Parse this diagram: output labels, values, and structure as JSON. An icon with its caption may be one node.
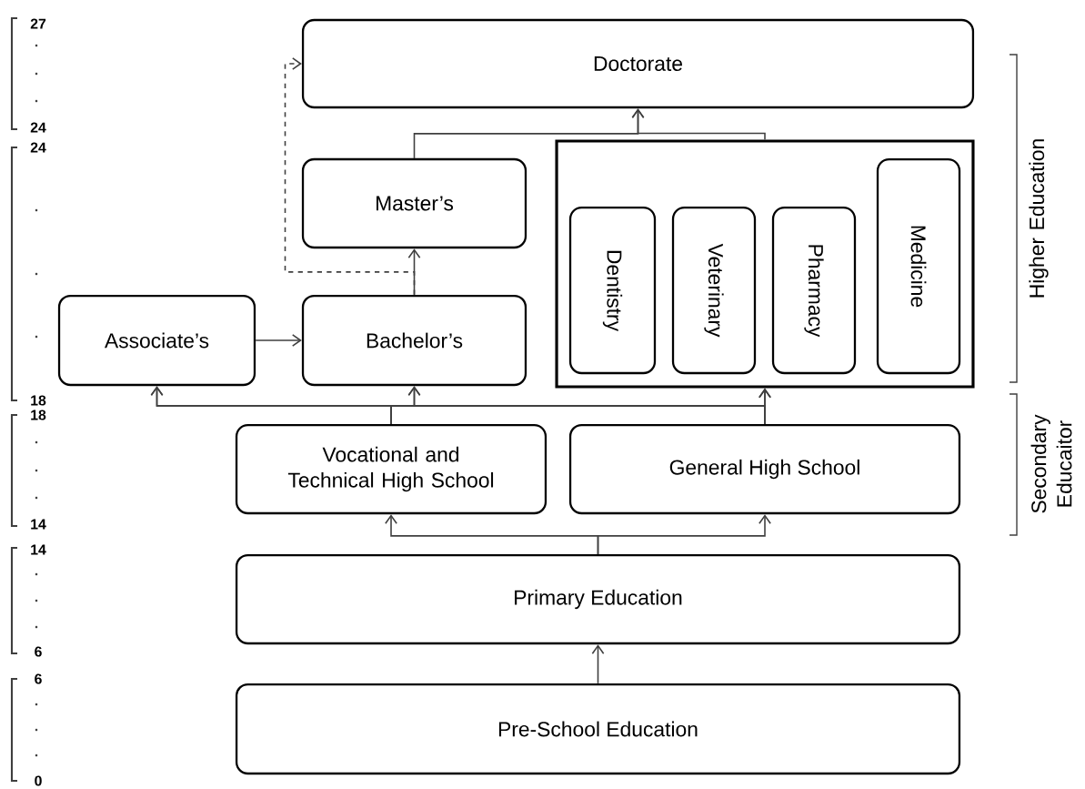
{
  "diagram": {
    "nodes": [
      {
        "text": [
          "Doctorate"
        ]
      },
      {
        "text": [
          "Master’s"
        ]
      },
      {
        "text": [],
        "shape": "box"
      },
      {
        "text": [
          "Dentistry"
        ],
        "in": 2
      },
      {
        "text": [
          "Veterinary"
        ],
        "in": 2
      },
      {
        "text": [
          "Pharmacy"
        ],
        "in": 2
      },
      {
        "text": [
          "Medicine"
        ],
        "in": 2
      },
      {
        "text": [
          "Associate’s"
        ]
      },
      {
        "text": [
          "Bachelor’s"
        ]
      },
      {
        "text": [
          "Vocational and Technical High School"
        ]
      },
      {
        "text": [
          "General High School"
        ]
      },
      {
        "text": [
          "Primary Education"
        ]
      },
      {
        "text": [
          "Pre-School Education"
        ]
      }
    ],
    "edges": [
      {
        "from": 12,
        "to": 11,
        "arrow": "to"
      },
      {
        "from": 11,
        "to": 9,
        "arrow": "to"
      },
      {
        "from": 11,
        "to": 10,
        "arrow": "to"
      },
      {
        "from": 9,
        "to": 7,
        "arrow": "to"
      },
      {
        "from": 9,
        "to": 8,
        "arrow": "to"
      },
      {
        "from": 9,
        "to": 2,
        "arrow": "to"
      },
      {
        "from": 10,
        "to": 7,
        "arrow": "to"
      },
      {
        "from": 10,
        "to": 8,
        "arrow": "to"
      },
      {
        "from": 10,
        "to": 2,
        "arrow": "to"
      },
      {
        "from": 7,
        "to": 8,
        "arrow": "to"
      },
      {
        "from": 8,
        "to": 1,
        "arrow": "to"
      },
      {
        "from": 8,
        "to": 0,
        "arrow": "to",
        "style": "dashed"
      },
      {
        "from": 1,
        "to": 0,
        "arrow": "to"
      },
      {
        "from": 2,
        "to": 0,
        "arrow": "to"
      }
    ],
    "labels": [
      "27",
      "24",
      "24",
      "18",
      "18",
      "14",
      "14",
      "6",
      "6",
      "0",
      "Higher Education",
      "Secondary Educaitor"
    ]
  }
}
